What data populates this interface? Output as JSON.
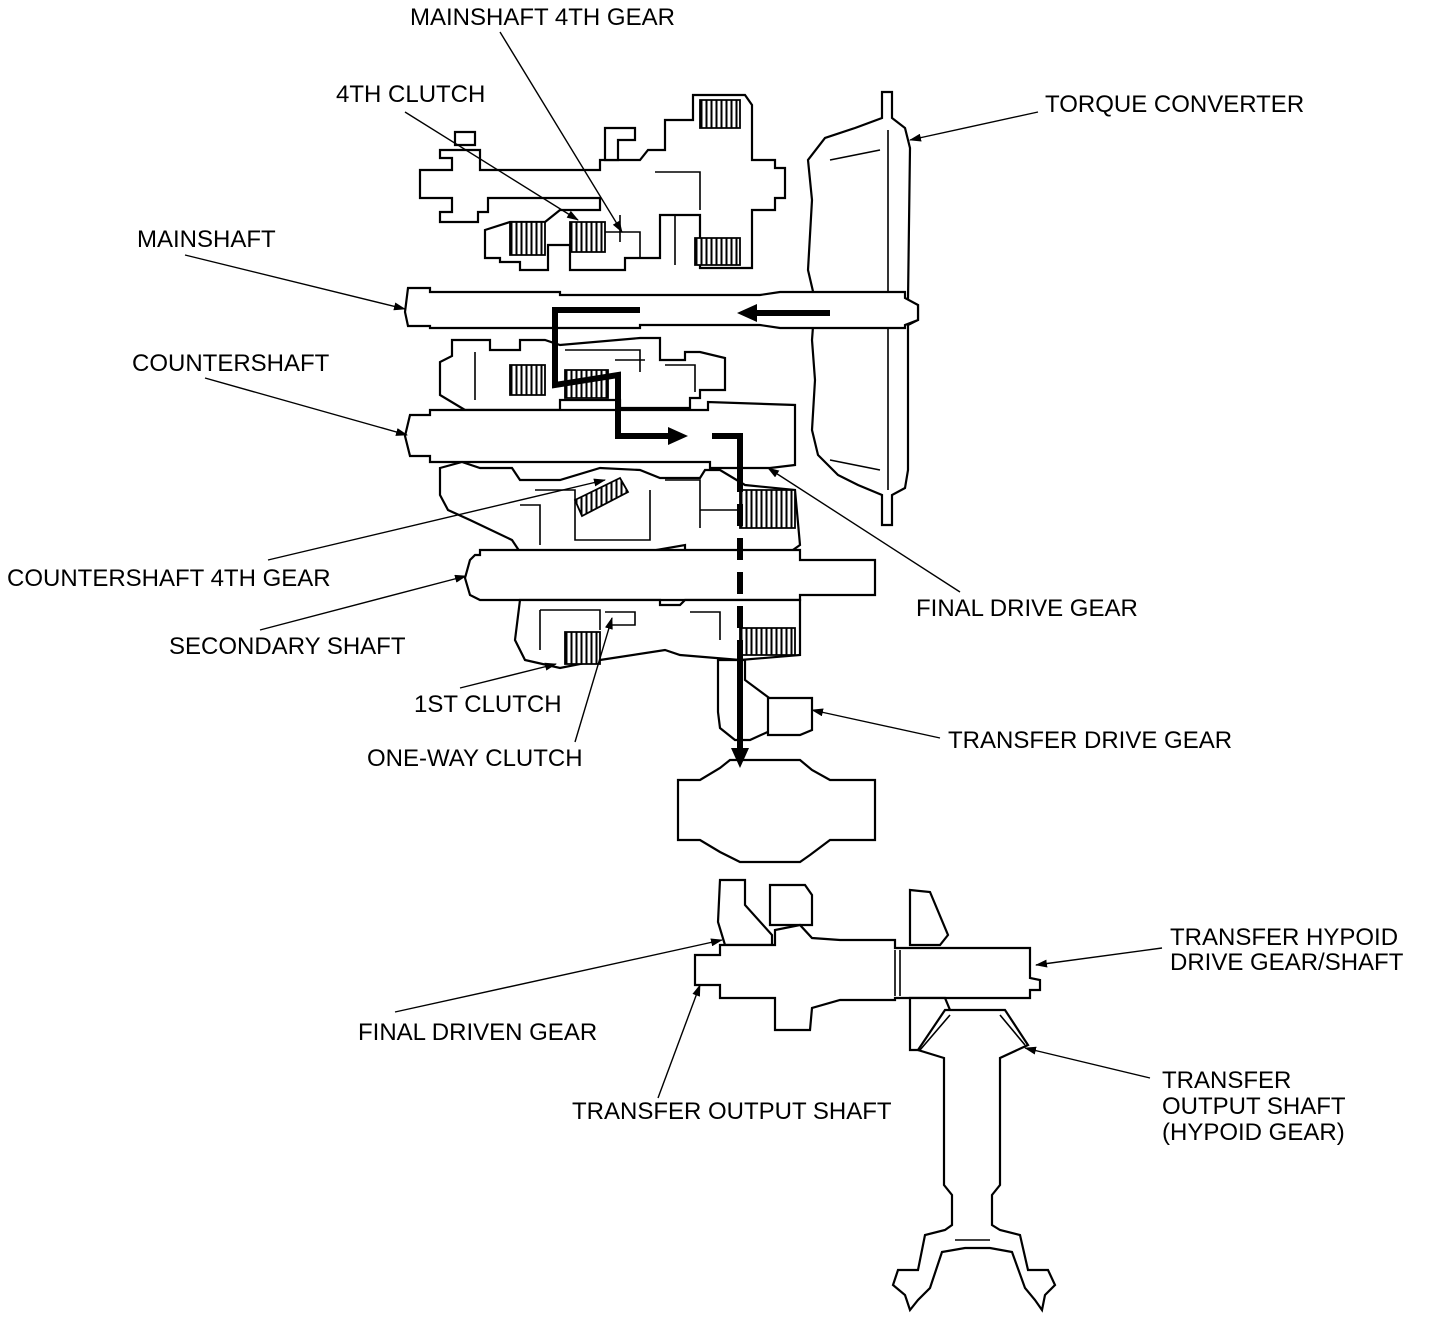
{
  "labels": {
    "mainshaft_4th_gear": "MAINSHAFT 4TH GEAR",
    "fourth_clutch": "4TH CLUTCH",
    "torque_converter": "TORQUE CONVERTER",
    "mainshaft": "MAINSHAFT",
    "countershaft": "COUNTERSHAFT",
    "countershaft_4th_gear": "COUNTERSHAFT 4TH GEAR",
    "final_drive_gear": "FINAL DRIVE GEAR",
    "secondary_shaft": "SECONDARY SHAFT",
    "first_clutch": "1ST CLUTCH",
    "one_way_clutch": "ONE-WAY CLUTCH",
    "transfer_drive_gear": "TRANSFER DRIVE GEAR",
    "transfer_hypoid_drive_gear_shaft": [
      "TRANSFER HYPOID",
      "DRIVE GEAR/SHAFT"
    ],
    "final_driven_gear": "FINAL DRIVEN GEAR",
    "transfer_output_shaft": "TRANSFER OUTPUT SHAFT",
    "transfer_output_shaft_hypoid_gear": [
      "TRANSFER",
      "OUTPUT SHAFT",
      "(HYPOID GEAR)"
    ]
  },
  "colors": {
    "line": "#000000",
    "background": "#ffffff"
  }
}
